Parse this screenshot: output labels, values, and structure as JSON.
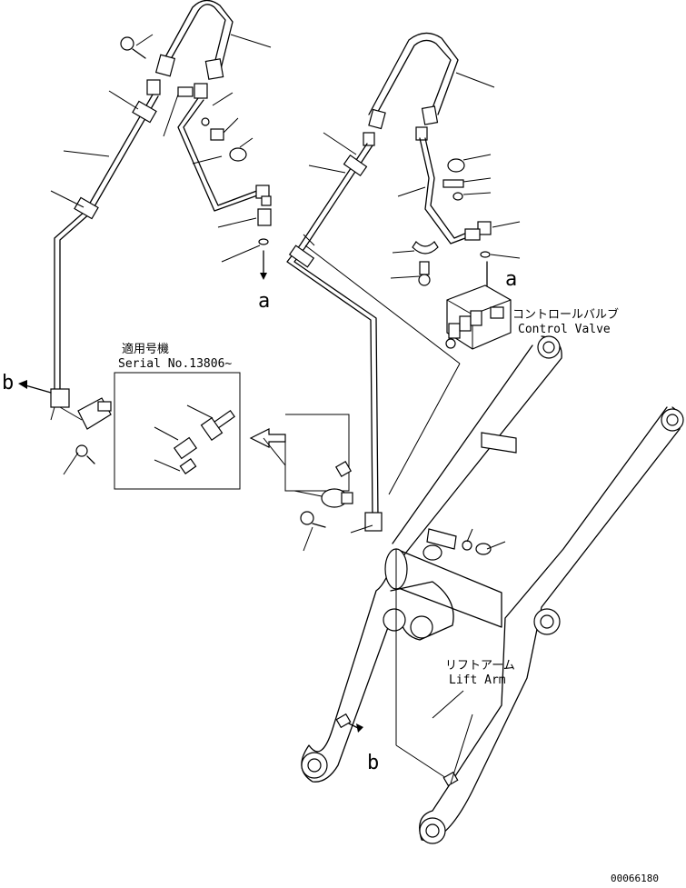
{
  "diagram": {
    "serial_note_jp": "適用号機",
    "serial_note_en": "Serial No.13806~",
    "control_valve_jp": "コントロールバルブ",
    "control_valve_en": "Control Valve",
    "lift_arm_jp": "リフトアーム",
    "lift_arm_en": "Lift Arm",
    "ref_a_top": "a",
    "ref_a_right": "a",
    "ref_b_left": "b",
    "ref_b_bottom": "b",
    "drawing_number": "00066180"
  }
}
